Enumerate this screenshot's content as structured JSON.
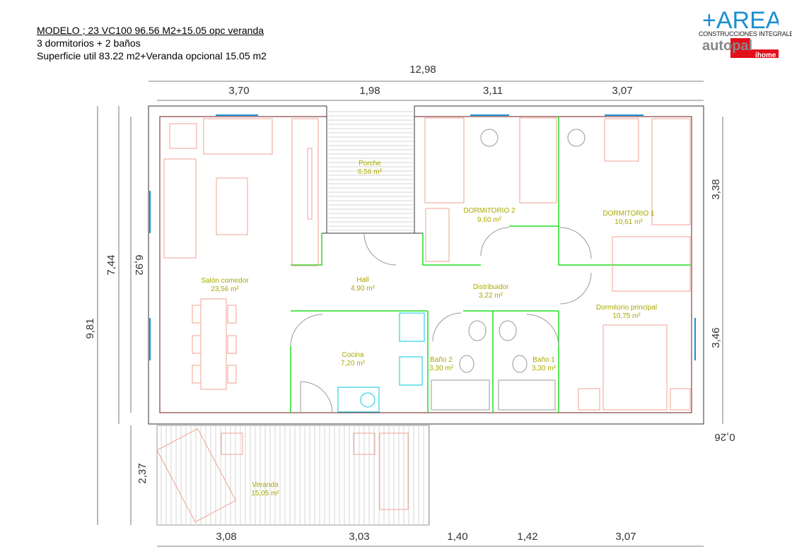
{
  "header": {
    "title": "MODELO ; 23 VC100 96.56 M2+15.05 opc veranda",
    "line2": "3 dormitorios + 2 baños",
    "line3": "Superficie util 83.22 m2+Veranda opcional 15.05 m2"
  },
  "logo": {
    "brand": "+AREA",
    "subtitle": "CONSTRUCCIONES INTEGRALES",
    "autopal": "autopal",
    "ihome": "ihome",
    "colors": {
      "blue": "#1a8fd0",
      "red": "#e3101b",
      "gray": "#888888"
    }
  },
  "dimensions": {
    "top_total": "12,98",
    "top": [
      "3,70",
      "1,98",
      "3,11",
      "3,07"
    ],
    "left_total": "9,81",
    "left_house": "7,44",
    "left_inner": "6,92",
    "left_veranda": "2,37",
    "right_top": "3,38",
    "right_bottom": "3,46",
    "right_wall": "0,26",
    "bottom": [
      "3,08",
      "3,03",
      "1,40",
      "1,42",
      "3,07"
    ]
  },
  "rooms": [
    {
      "name": "Porche",
      "area": "6,56 m²"
    },
    {
      "name": "DORMITORIO 2",
      "area": "9,60 m²"
    },
    {
      "name": "DORMITORIO 1",
      "area": "10,61 m²"
    },
    {
      "name": "Salón comedor",
      "area": "23,56 m²"
    },
    {
      "name": "Hall",
      "area": "4,90 m²"
    },
    {
      "name": "Distribuidor",
      "area": "3,22 m²"
    },
    {
      "name": "Dormitorio principal",
      "area": "10,75 m²"
    },
    {
      "name": "Cocina",
      "area": "7,20 m²"
    },
    {
      "name": "Baño 2",
      "area": "3,30 m²"
    },
    {
      "name": "Baño 1",
      "area": "3,30 m²"
    },
    {
      "name": "Veranda",
      "area": "15,05 m²"
    }
  ]
}
